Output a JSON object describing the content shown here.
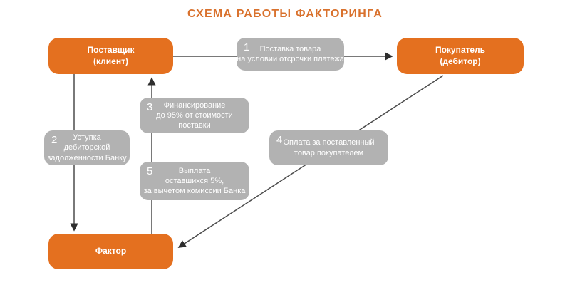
{
  "title": "СХЕМА РАБОТЫ ФАКТОРИНГА",
  "colors": {
    "accent": "#e4701f",
    "step": "#b2b2b2",
    "line": "#4d4d4d",
    "arrowhead": "#2e2e2e",
    "title_color": "#d9722e",
    "text_on_box": "#ffffff",
    "background": "#ffffff"
  },
  "nodes": {
    "supplier": {
      "line1": "Поставщик",
      "line2": "(клиент)"
    },
    "buyer": {
      "line1": "Покупатель",
      "line2": "(дебитор)"
    },
    "factor": {
      "line1": "Фактор"
    }
  },
  "steps": [
    {
      "number": "1",
      "lines": [
        "Поставка товара",
        "на условии отсрочки платежа"
      ]
    },
    {
      "number": "2",
      "lines": [
        "Уступка",
        "дебиторской",
        "задолженности Банку"
      ]
    },
    {
      "number": "3",
      "lines": [
        "Финансирование",
        "до 95% от стоимости поставки"
      ]
    },
    {
      "number": "4",
      "lines": [
        "Оплата за поставленный",
        "товар покупателем"
      ]
    },
    {
      "number": "5",
      "lines": [
        "Выплата",
        "оставшихся 5%,",
        "за вычетом комиссии Банка"
      ]
    }
  ],
  "edges": [
    {
      "from": "supplier",
      "to": "buyer",
      "step": "1"
    },
    {
      "from": "supplier",
      "to": "factor",
      "step": "2"
    },
    {
      "from": "factor",
      "to": "supplier",
      "step": "3, 5"
    },
    {
      "from": "buyer",
      "to": "factor",
      "step": "4"
    }
  ]
}
